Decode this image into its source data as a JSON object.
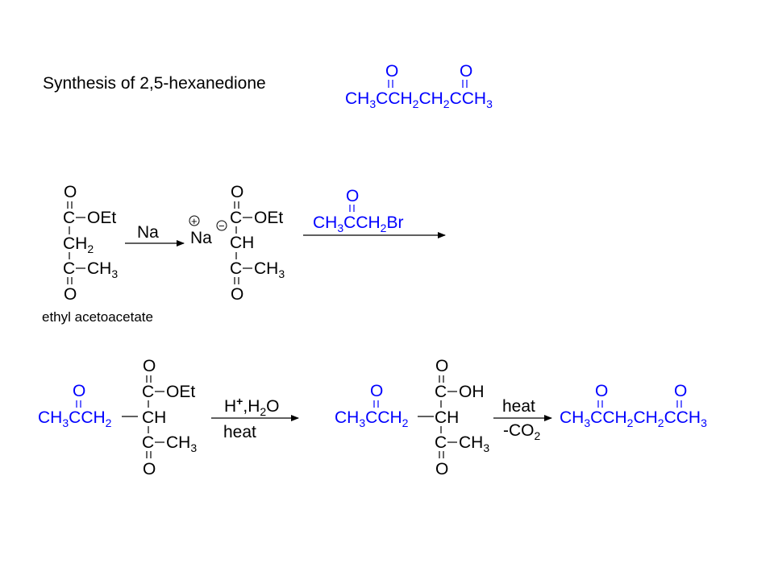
{
  "title": "Synthesis of 2,5-hexanedione",
  "colors": {
    "text": "#000000",
    "highlight": "#0000ff"
  },
  "atoms": {
    "O": "O",
    "C": "C",
    "CH": "CH",
    "CH3": "CH",
    "CH2": "CH",
    "H": "H",
    "Na": "Na",
    "OEt": "OEt",
    "OH": "OH",
    "Br": "Br",
    "sub2": "2",
    "sub3": "3",
    "plus_sign": "+",
    "minus_sign": "−"
  },
  "reagents": {
    "na": "Na",
    "acid_water": "H",
    "acid_plus": "+",
    "acid_comma_h": ",H",
    "acid_o": "O",
    "heat": "heat",
    "minus_co": "-CO"
  },
  "labels": {
    "ethyl_acetoacetate": "ethyl acetoacetate"
  }
}
